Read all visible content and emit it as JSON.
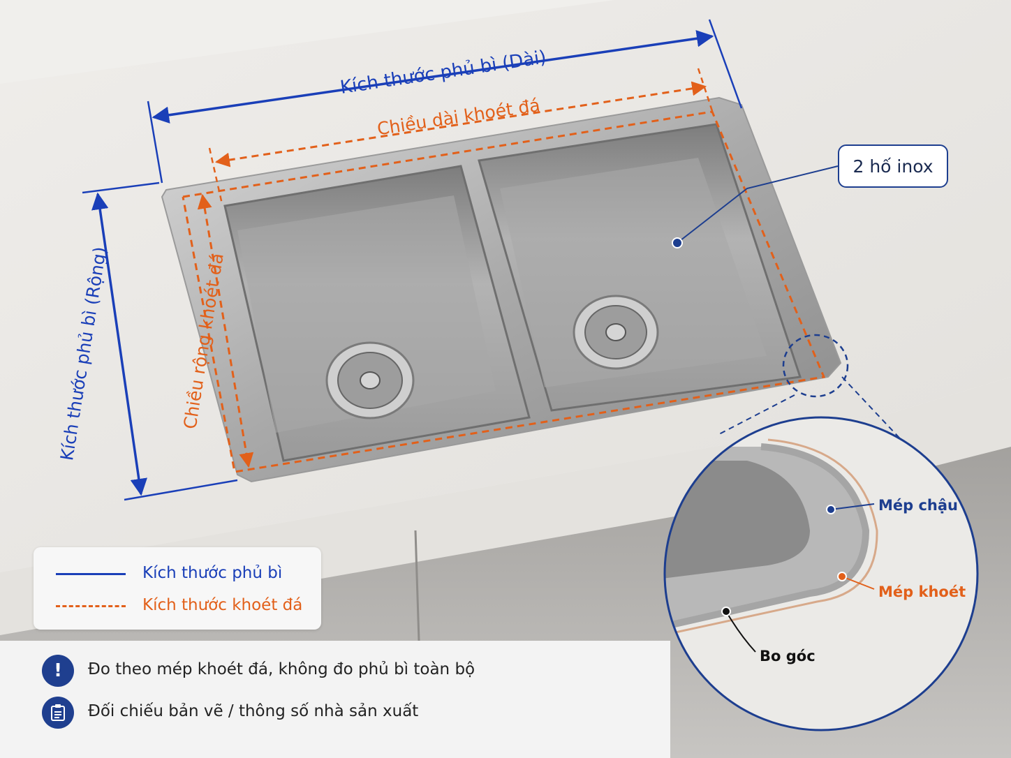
{
  "labels": {
    "overall_length": "Kích thước phủ bì (Dài)",
    "cutout_length": "Chiều dài khoét đá",
    "overall_width": "Kích thước phủ bì (Rộng)",
    "cutout_width": "Chiều rộng khoét đá",
    "bowls": "2 hố inox",
    "sink_rim": "Mép chậu",
    "cutout_edge": "Mép khoét",
    "rounded_corner": "Bo góc"
  },
  "legend": {
    "overall": "Kích thước phủ bì",
    "cutout": "Kích thước khoét đá"
  },
  "notes": [
    {
      "icon": "exclamation-icon",
      "text": "Đo theo mép khoét đá, không đo phủ bì toàn bộ"
    },
    {
      "icon": "clipboard-icon",
      "text": "Đối chiếu bản vẽ / thông số nhà sản xuất"
    }
  ],
  "colors": {
    "overall": "#1a3fb8",
    "cutout": "#e2601a",
    "note_icon": "#1f3f8f"
  }
}
